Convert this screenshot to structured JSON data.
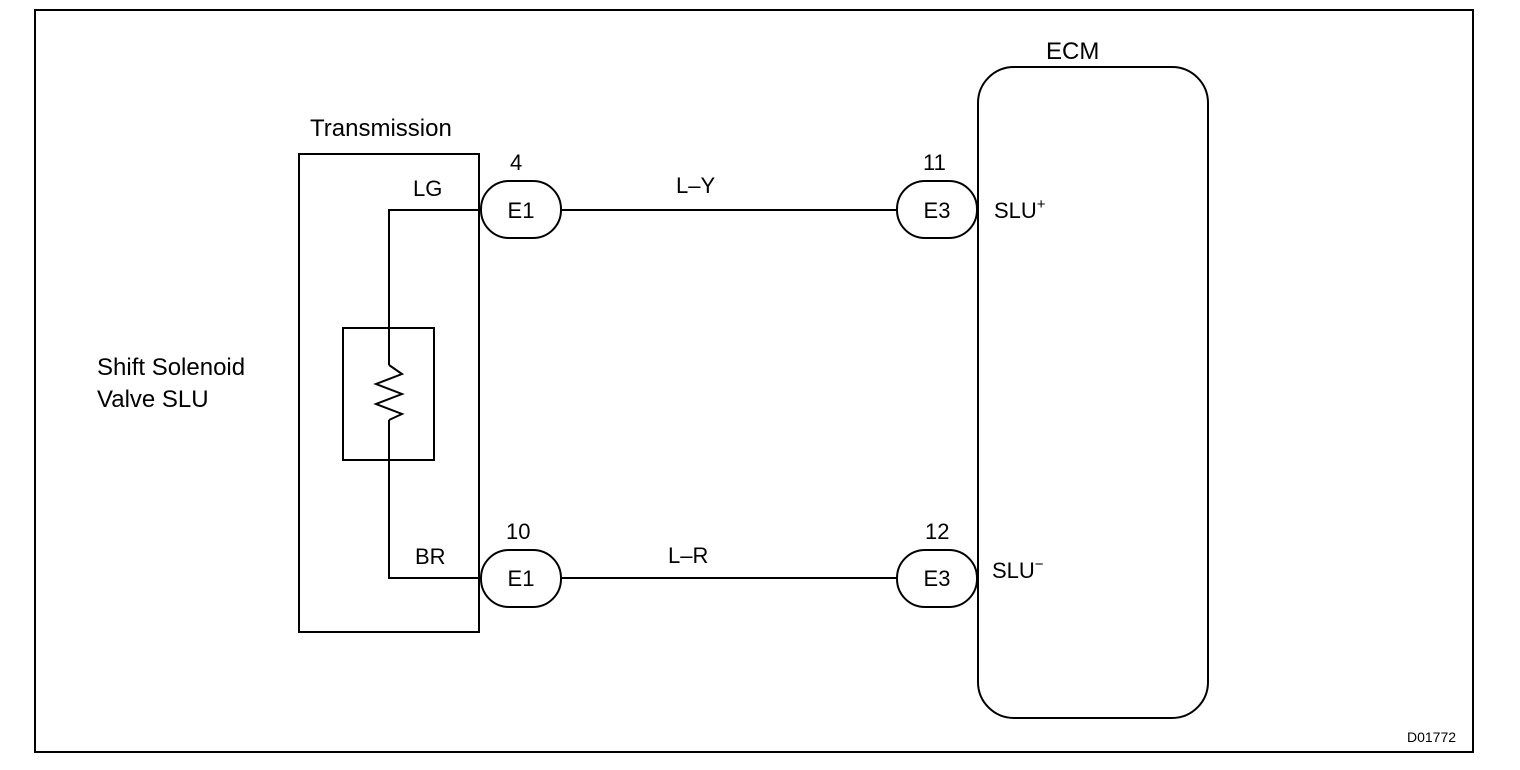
{
  "diagram": {
    "left_label": {
      "line1": "Shift Solenoid",
      "line2": "Valve SLU"
    },
    "transmission": {
      "title": "Transmission",
      "pin_top_wire": "LG",
      "pin_bottom_wire": "BR"
    },
    "ecm": {
      "title": "ECM",
      "terminal_plus": "SLU",
      "terminal_plus_sup": "+",
      "terminal_minus": "SLU",
      "terminal_minus_sup": "−"
    },
    "connectors": {
      "e1_top": {
        "code": "E1",
        "pin": "4"
      },
      "e1_bottom": {
        "code": "E1",
        "pin": "10"
      },
      "e3_top": {
        "code": "E3",
        "pin": "11"
      },
      "e3_bottom": {
        "code": "E3",
        "pin": "12"
      }
    },
    "wires": {
      "top": "L–Y",
      "bottom": "L–R"
    },
    "figure_id": "D01772"
  }
}
